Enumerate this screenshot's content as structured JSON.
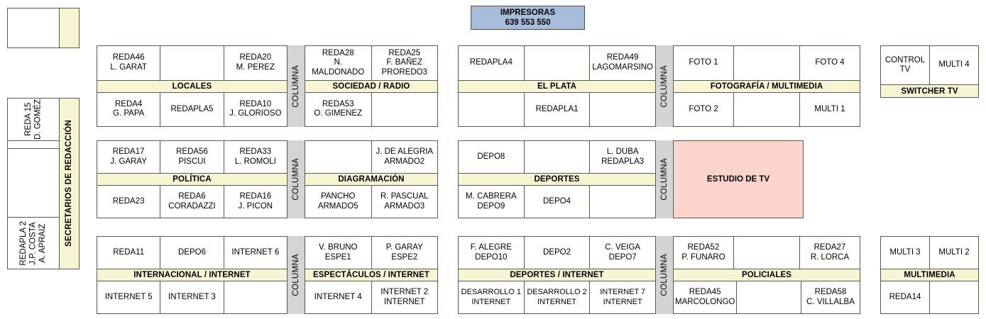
{
  "impresoras": {
    "title": "IMPRESORAS",
    "codes": "639  553  550",
    "color": "#a7bddb"
  },
  "sidebar": {
    "strip_label": "SECRETARIOS DE REDACCIÓN",
    "top_block": {
      "cell": ""
    },
    "cells": [
      "REDA 15\nD. GOMÉZ",
      "",
      "",
      "REDAPLA 2\nJ.P. COSTA\nA. APRAIZ"
    ]
  },
  "columna_label": "COLUMNA",
  "sections": [
    {
      "name": "locales-sociedad",
      "left": {
        "header": "LOCALES",
        "top": [
          "REDA46\nL. GARAT",
          "",
          "REDA20\nM. PEREZ"
        ],
        "bottom": [
          "REDA4\nG. PAPA",
          "REDAPLA5",
          "REDA10\nJ. GLORIOSO"
        ]
      },
      "right": {
        "header": "SOCIEDAD / RADIO",
        "top": [
          "REDA28\nN. MALDONADO",
          "REDA25\nF. BAÑEZ\nPROREDO3"
        ],
        "bottom": [
          "REDA53\nO. GIMENEZ",
          ""
        ]
      }
    },
    {
      "name": "elplata-fotografia",
      "left": {
        "header": "EL PLATA",
        "top": [
          "REDAPLA4",
          "",
          "REDA49\nLAGOMARSINO"
        ],
        "bottom": [
          "",
          "REDAPLA1",
          ""
        ]
      },
      "right": {
        "header": "FOTOGRAFÍA / MULTIMEDIA",
        "top": [
          "FOTO 1",
          "",
          "FOTO 4"
        ],
        "bottom": [
          "FOTO 2",
          "",
          "MULTI 1"
        ]
      }
    },
    {
      "name": "politica-diagramacion",
      "left": {
        "header": "POLÍTICA",
        "top": [
          "REDA17\nJ. GARAY",
          "REDA56\nPISCUI",
          "REDA33\nL. ROMOLI"
        ],
        "bottom": [
          "REDA23",
          "REDA6\nCORADAZZI",
          "REDA16\nJ. PICON"
        ]
      },
      "right": {
        "header": "DIAGRAMACIÓN",
        "top": [
          "",
          "J. DE ALEGRIA\nARMADO2"
        ],
        "bottom": [
          "PANCHO\nARMADO5",
          "R. PASCUAL\nARMADO3"
        ]
      }
    },
    {
      "name": "deportes-estudio",
      "left": {
        "header": "DEPORTES",
        "top": [
          "DEPO8",
          "",
          "L. DUBA\nREDAPLA3"
        ],
        "bottom": [
          "M. CABRERA\nDEPO9",
          "DEPO4",
          ""
        ]
      },
      "right": null
    },
    {
      "name": "internacional-espectaculos",
      "left": {
        "header": "INTERNACIONAL / INTERNET",
        "top": [
          "REDA11",
          "DEPO6",
          "INTERNET 6"
        ],
        "bottom": [
          "INTERNET 5",
          "INTERNET 3",
          ""
        ]
      },
      "right": {
        "header": "ESPECTÁCULOS / INTERNET",
        "top": [
          "V. BRUNO\nESPE1",
          "P. GARAY\nESPE2"
        ],
        "bottom": [
          "INTERNET 4",
          "INTERNET 2\nINTERNET"
        ]
      }
    },
    {
      "name": "deportes-internet-policiales",
      "left": {
        "header": "DEPORTES / INTERNET",
        "top": [
          "F. ALEGRE\nDEPO10",
          "DEPO2",
          "C. VEIGA\nDEPO7"
        ],
        "bottom": [
          "DESARROLLO 1\nINTERNET",
          "DESARROLLO 2\nINTERNET",
          "INTERNET 7\nINTERNET"
        ]
      },
      "right": {
        "header": "POLICIALES",
        "top": [
          "REDA52\nP. FUNARO",
          "",
          "REDA27\nR. LORCA"
        ],
        "bottom": [
          "REDA45\nMARCOLONGO",
          "",
          "REDA58\nC. VILLALBA"
        ]
      }
    }
  ],
  "estudio_tv": {
    "label": "ESTUDIO DE TV",
    "color": "#fbd5cb"
  },
  "right_blocks": [
    {
      "name": "switcher-tv",
      "header": "SWITCHER TV",
      "top": [
        "CONTROL TV",
        "MULTI 4"
      ],
      "bottom": null
    },
    {
      "name": "multimedia",
      "header": "MULTIMEDIA",
      "top": [
        "MULTI 3",
        "MULTI 2"
      ],
      "bottom": [
        "REDA14",
        ""
      ]
    }
  ]
}
